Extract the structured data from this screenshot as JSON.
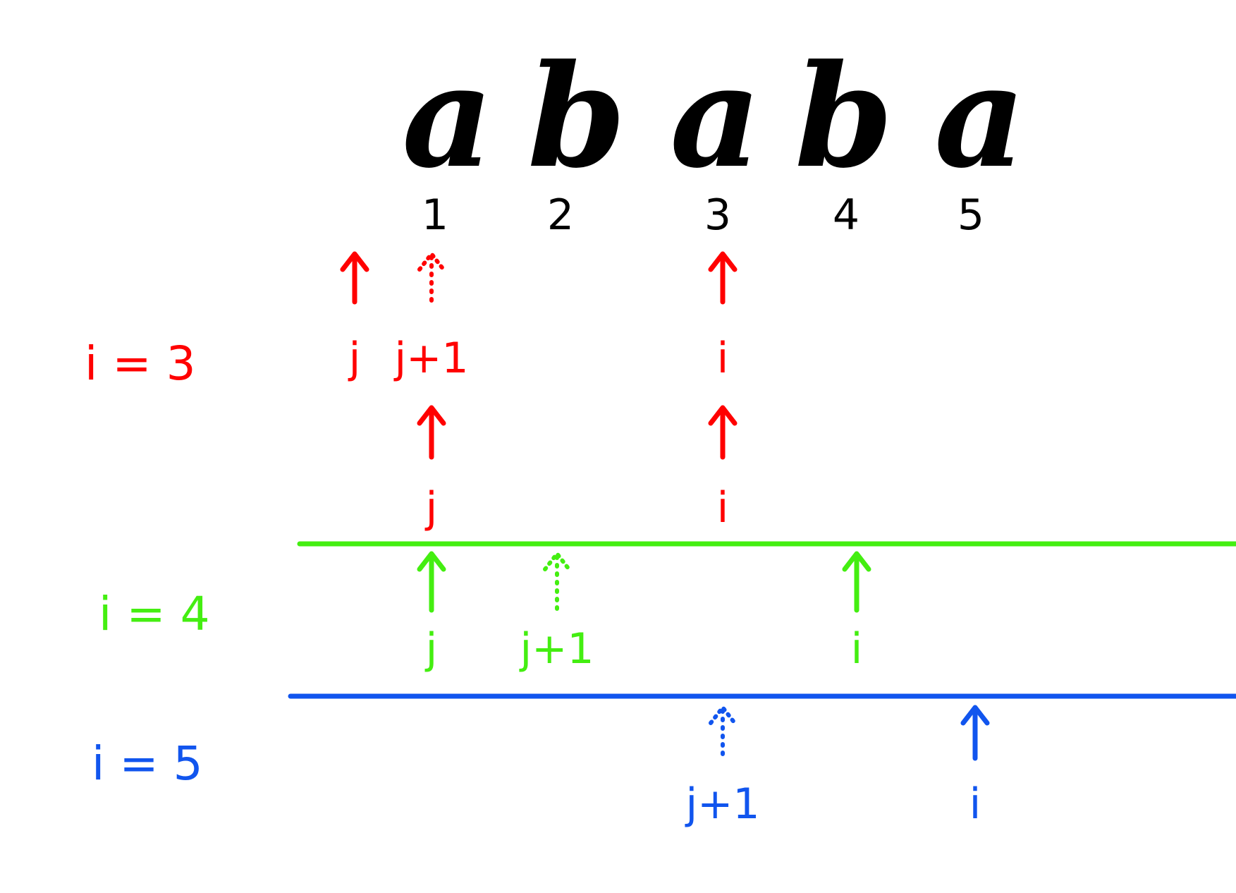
{
  "colors": {
    "ink": "#000000",
    "row_i3": "#ff0000",
    "row_i4": "#44ee11",
    "row_i5": "#1155ee"
  },
  "string": {
    "letters": [
      "a",
      "b",
      "a",
      "b",
      "a"
    ],
    "indices": [
      "1",
      "2",
      "3",
      "4",
      "5"
    ]
  },
  "rows": [
    {
      "id": "i3",
      "label": "i = 3",
      "color_key": "row_i3",
      "markers": [
        {
          "name": "j-marker",
          "text": "j",
          "column": 0,
          "style": "solid",
          "tier": 0
        },
        {
          "name": "j-plus-1-marker",
          "text": "j+1",
          "column": 1,
          "style": "dotted",
          "tier": 0
        },
        {
          "name": "i-marker",
          "text": "i",
          "column": 3,
          "style": "solid",
          "tier": 0
        },
        {
          "name": "j-marker-second",
          "text": "j",
          "column": 1,
          "style": "solid",
          "tier": 1
        },
        {
          "name": "i-marker-second",
          "text": "i",
          "column": 3,
          "style": "solid",
          "tier": 1
        }
      ]
    },
    {
      "id": "i4",
      "label": "i = 4",
      "color_key": "row_i4",
      "markers": [
        {
          "name": "j-marker",
          "text": "j",
          "column": 1,
          "style": "solid",
          "tier": 0
        },
        {
          "name": "j-plus-1-marker",
          "text": "j+1",
          "column": 2,
          "style": "dotted",
          "tier": 0
        },
        {
          "name": "i-marker",
          "text": "i",
          "column": 4,
          "style": "solid",
          "tier": 0
        }
      ]
    },
    {
      "id": "i5",
      "label": "i = 5",
      "color_key": "row_i5",
      "markers": [
        {
          "name": "j-plus-1-marker",
          "text": "j+1",
          "column": 3,
          "style": "dotted",
          "tier": 0
        },
        {
          "name": "i-marker",
          "text": "i",
          "column": 5,
          "style": "solid",
          "tier": 0
        }
      ]
    }
  ]
}
